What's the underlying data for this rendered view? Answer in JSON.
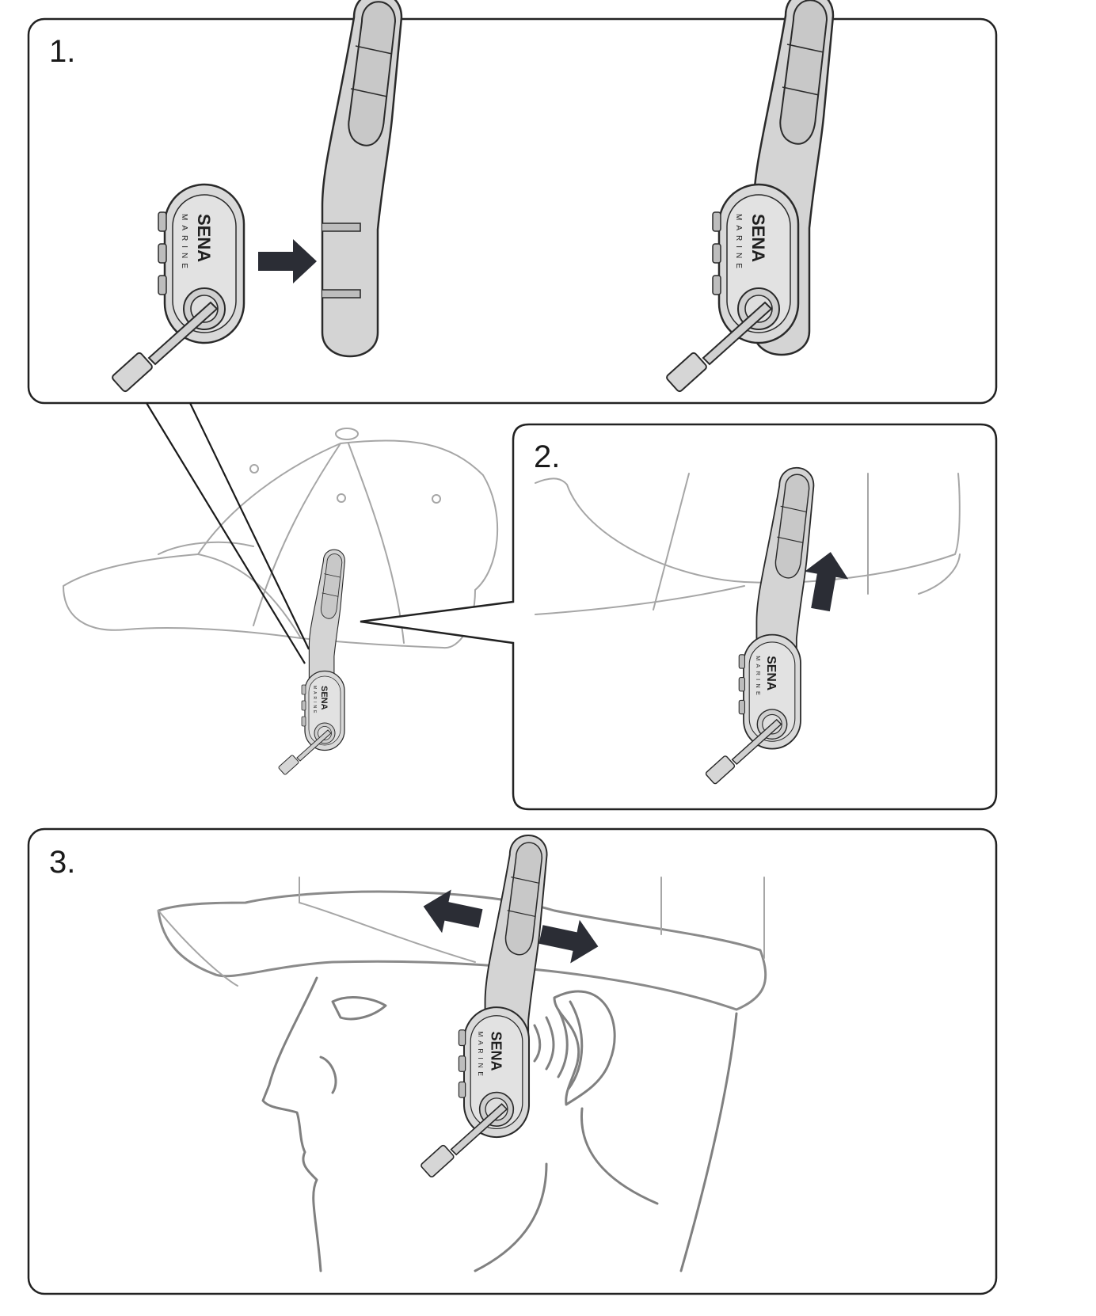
{
  "steps": [
    {
      "number": "1."
    },
    {
      "number": "2."
    },
    {
      "number": "3."
    }
  ],
  "device": {
    "brand": "SENA",
    "sub_brand": "MARINE"
  },
  "colors": {
    "arrow": "#2b2d35",
    "device_fill": "#d9d9d9",
    "device_outline": "#2a2a2a",
    "hat_line": "#a6a6a6",
    "person_line": "#808080"
  },
  "icons": {
    "move_arrow": "arrow-right-icon",
    "slide_up_arrow": "arrow-up-icon",
    "adjust_arrows": "double-arrow-horizontal-icon",
    "sound_waves": "sound-waves-icon"
  }
}
